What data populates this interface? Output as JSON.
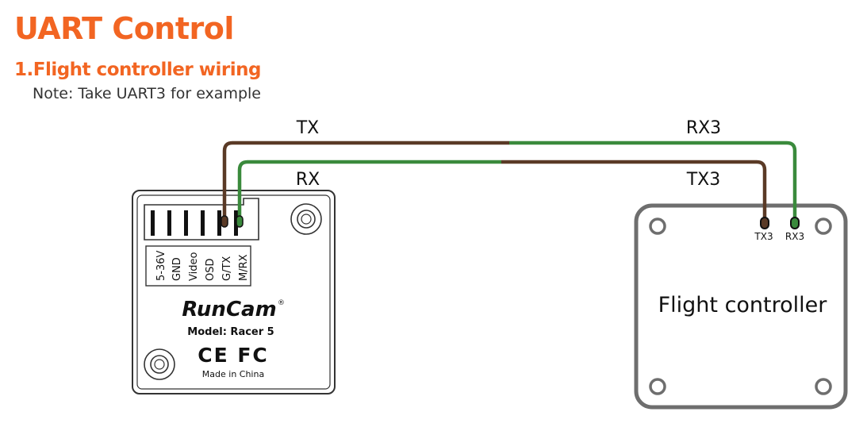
{
  "header": {
    "title": "UART Control",
    "subtitle": "1.Flight controller wiring",
    "note": "Note: Take UART3 for example"
  },
  "wires": {
    "tx_label": "TX",
    "rx_label": "RX",
    "rx3_label": "RX3",
    "tx3_label": "TX3",
    "colors": {
      "brown": "#5a3a26",
      "green": "#3a8a3c"
    }
  },
  "camera": {
    "pin_labels": [
      "5-36V",
      "GND",
      "Video",
      "OSD",
      "G/TX",
      "M/RX"
    ],
    "brand": "RunCam",
    "registered_mark": "®",
    "model": "Model: Racer 5",
    "certifications": "CE FC",
    "made_in": "Made in China"
  },
  "flight_controller": {
    "label": "Flight controller",
    "pad_tx3": "TX3",
    "pad_rx3": "RX3"
  },
  "colors": {
    "accent": "#f26522",
    "board_outline": "#6e6e6e"
  }
}
